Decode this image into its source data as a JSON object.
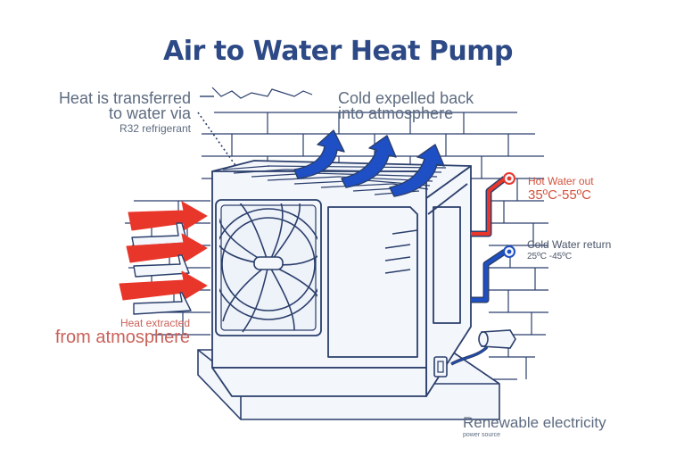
{
  "title": "Air to Water Heat Pump",
  "labels": {
    "heat_transfer": [
      "Heat is transferred",
      "to water via",
      "R32 refrigerant"
    ],
    "cold_expelled": [
      "Cold expelled back",
      "into atmosphere"
    ],
    "hot_water": [
      "Hot Water out",
      "35ºC-55ºC"
    ],
    "cold_water": [
      "Cold Water return",
      "25ºC -45ºC"
    ],
    "heat_extracted": [
      "Heat extracted",
      "from atmosphere"
    ],
    "electricity": [
      "Renewable electricity",
      "power source"
    ]
  },
  "colors": {
    "title": "#2d4a86",
    "outline": "#2b3f6c",
    "unit_fill": "#f3f6fb",
    "hot": "#e8362b",
    "cold": "#1e4fc4",
    "hot_text": "#d2523c",
    "grey_text": "#5d6b80"
  },
  "icons": [
    "fan-icon",
    "hot-air-arrow-icon",
    "cold-air-arrow-icon",
    "hot-water-pipe-icon",
    "cold-water-pipe-icon",
    "power-socket-icon",
    "brick-wall-icon"
  ]
}
